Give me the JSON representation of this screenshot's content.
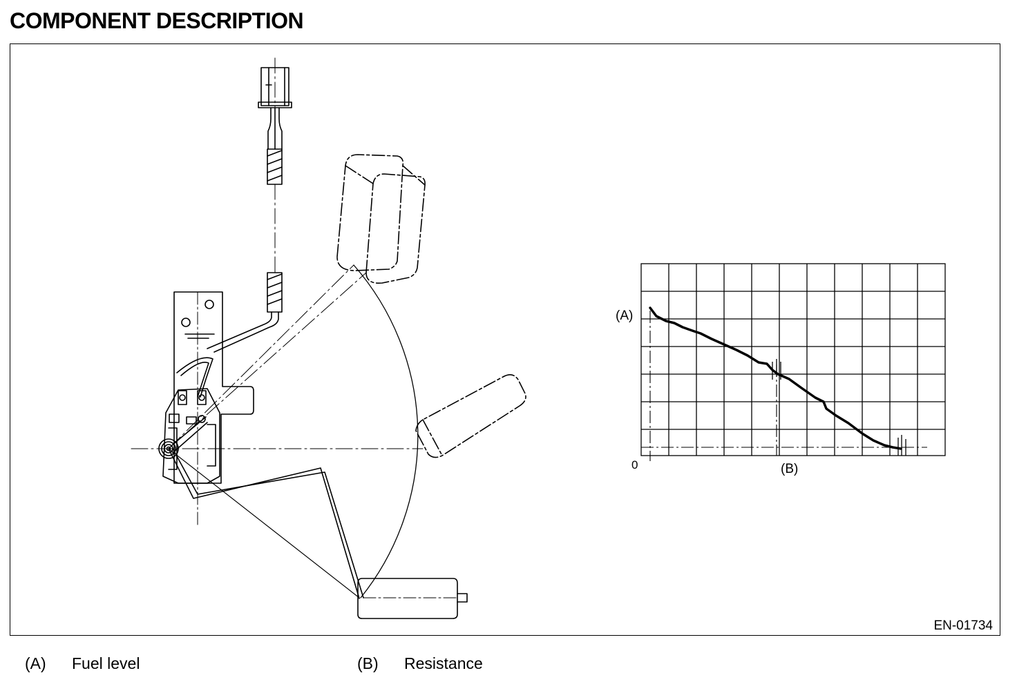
{
  "header": {
    "title": "COMPONENT DESCRIPTION"
  },
  "figure": {
    "graph": {
      "y_axis_marker": "(A)",
      "x_axis_marker": "(B)",
      "origin_label": "0"
    },
    "figure_id": "EN-01734"
  },
  "legend": [
    {
      "key": "(A)",
      "label": "Fuel level"
    },
    {
      "key": "(B)",
      "label": "Resistance"
    }
  ]
}
